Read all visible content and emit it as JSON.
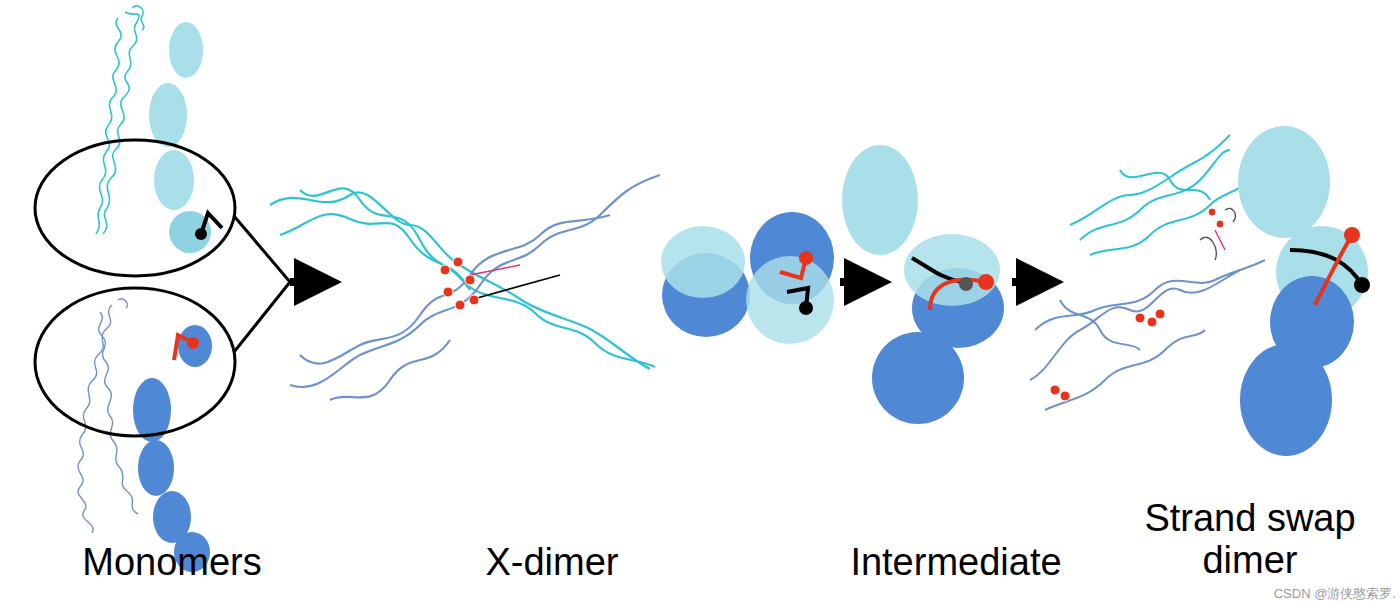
{
  "diagram": {
    "labels": [
      "Monomers",
      "X-dimer",
      "Intermediate",
      "Strand swap dimer",
      "CSDN @游侠憨索罗."
    ]
  }
}
